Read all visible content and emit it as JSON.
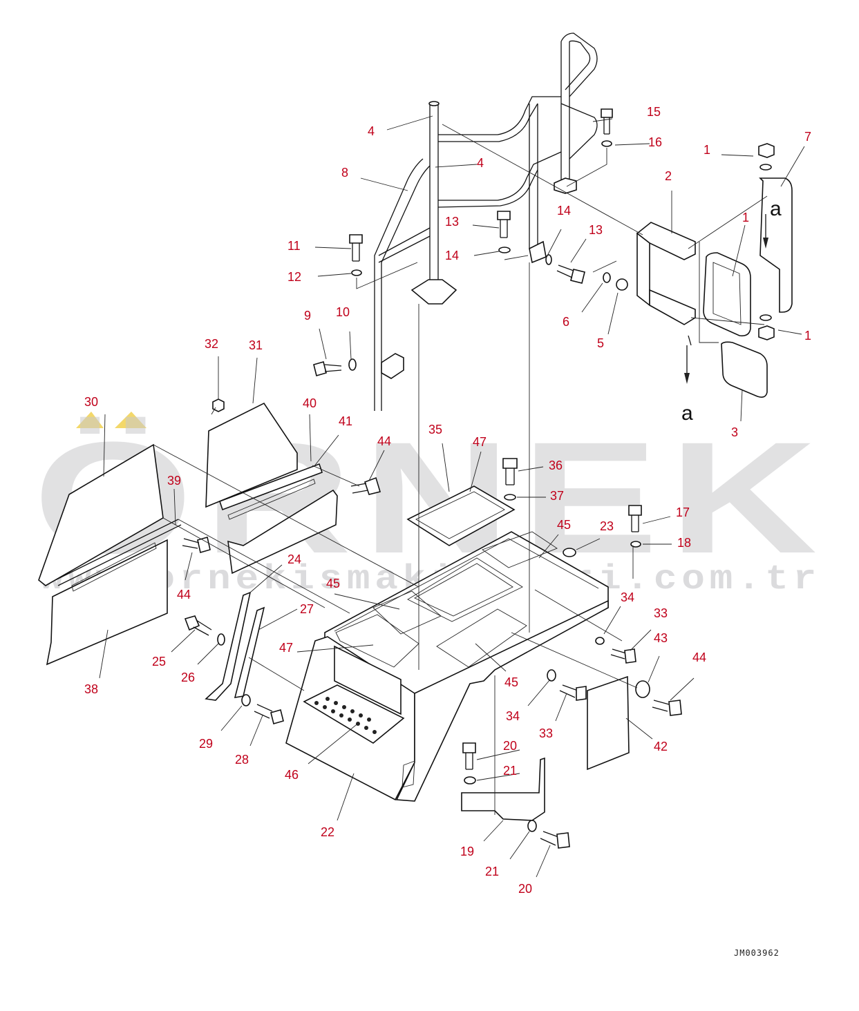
{
  "watermark": {
    "brand": "ÖRNEK",
    "url": "www.ornekismakinalari.com.tr",
    "accent": "#f3d86a"
  },
  "drawing_number": "JM003962",
  "arrow_marks": [
    "a",
    "a"
  ],
  "callouts": [
    {
      "id": "c1a",
      "label": "1"
    },
    {
      "id": "c1b",
      "label": "1"
    },
    {
      "id": "c1c",
      "label": "1"
    },
    {
      "id": "c2",
      "label": "2"
    },
    {
      "id": "c3",
      "label": "3"
    },
    {
      "id": "c4a",
      "label": "4"
    },
    {
      "id": "c4b",
      "label": "4"
    },
    {
      "id": "c5",
      "label": "5"
    },
    {
      "id": "c6",
      "label": "6"
    },
    {
      "id": "c7",
      "label": "7"
    },
    {
      "id": "c8",
      "label": "8"
    },
    {
      "id": "c9",
      "label": "9"
    },
    {
      "id": "c10",
      "label": "10"
    },
    {
      "id": "c11",
      "label": "11"
    },
    {
      "id": "c12",
      "label": "12"
    },
    {
      "id": "c13a",
      "label": "13"
    },
    {
      "id": "c13b",
      "label": "13"
    },
    {
      "id": "c14a",
      "label": "14"
    },
    {
      "id": "c14b",
      "label": "14"
    },
    {
      "id": "c15",
      "label": "15"
    },
    {
      "id": "c16",
      "label": "16"
    },
    {
      "id": "c17",
      "label": "17"
    },
    {
      "id": "c18",
      "label": "18"
    },
    {
      "id": "c19",
      "label": "19"
    },
    {
      "id": "c20a",
      "label": "20"
    },
    {
      "id": "c20b",
      "label": "20"
    },
    {
      "id": "c21a",
      "label": "21"
    },
    {
      "id": "c21b",
      "label": "21"
    },
    {
      "id": "c22",
      "label": "22"
    },
    {
      "id": "c23",
      "label": "23"
    },
    {
      "id": "c24",
      "label": "24"
    },
    {
      "id": "c25",
      "label": "25"
    },
    {
      "id": "c26",
      "label": "26"
    },
    {
      "id": "c27",
      "label": "27"
    },
    {
      "id": "c28",
      "label": "28"
    },
    {
      "id": "c29",
      "label": "29"
    },
    {
      "id": "c30",
      "label": "30"
    },
    {
      "id": "c31",
      "label": "31"
    },
    {
      "id": "c32",
      "label": "32"
    },
    {
      "id": "c33a",
      "label": "33"
    },
    {
      "id": "c33b",
      "label": "33"
    },
    {
      "id": "c34a",
      "label": "34"
    },
    {
      "id": "c34b",
      "label": "34"
    },
    {
      "id": "c35",
      "label": "35"
    },
    {
      "id": "c36",
      "label": "36"
    },
    {
      "id": "c37",
      "label": "37"
    },
    {
      "id": "c38",
      "label": "38"
    },
    {
      "id": "c39",
      "label": "39"
    },
    {
      "id": "c40",
      "label": "40"
    },
    {
      "id": "c41",
      "label": "41"
    },
    {
      "id": "c42",
      "label": "42"
    },
    {
      "id": "c43",
      "label": "43"
    },
    {
      "id": "c44a",
      "label": "44"
    },
    {
      "id": "c44b",
      "label": "44"
    },
    {
      "id": "c44c",
      "label": "44"
    },
    {
      "id": "c45a",
      "label": "45"
    },
    {
      "id": "c45b",
      "label": "45"
    },
    {
      "id": "c45c",
      "label": "45"
    },
    {
      "id": "c46",
      "label": "46"
    },
    {
      "id": "c47a",
      "label": "47"
    },
    {
      "id": "c47b",
      "label": "47"
    }
  ]
}
